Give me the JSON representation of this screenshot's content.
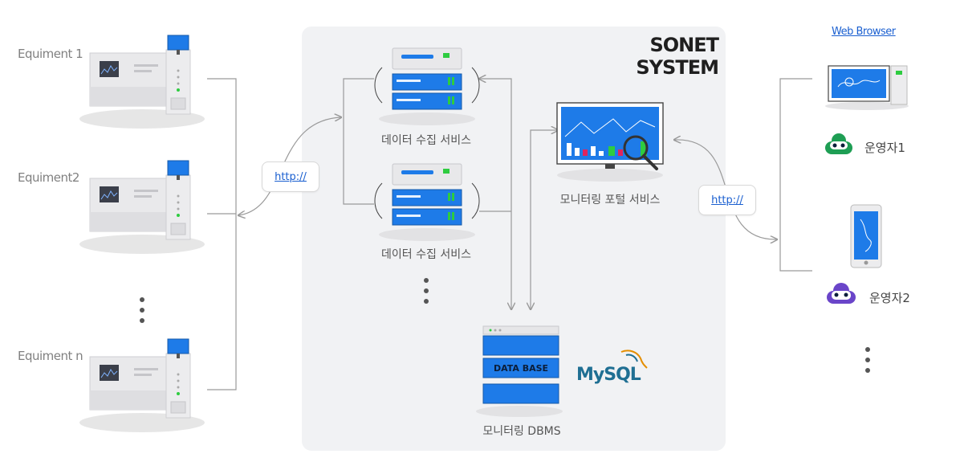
{
  "system": {
    "title": "SONET SYSTEM"
  },
  "equipment": [
    {
      "label": "Equiment 1"
    },
    {
      "label": "Equiment2"
    },
    {
      "label": "Equiment n"
    }
  ],
  "connections": {
    "http_left": "http://",
    "http_right": "http://"
  },
  "services": {
    "collector_1": "데이터 수집 서비스",
    "collector_2": "데이터 수집 서비스",
    "portal": "모니터링 포털 서비스",
    "dbms": "모니터링 DBMS",
    "database_label": "DATA BASE",
    "mysql_logo": "MySQL"
  },
  "clients": {
    "web_browser": "Web Browser",
    "operators": [
      {
        "label": "운영자1",
        "color": "#1e9e54"
      },
      {
        "label": "운영자2",
        "color": "#6a45c9"
      }
    ]
  },
  "colors": {
    "panel": "#f1f2f4",
    "blue": "#1e7be8",
    "green": "#2ecc40",
    "connector": "#9a9a9a"
  }
}
